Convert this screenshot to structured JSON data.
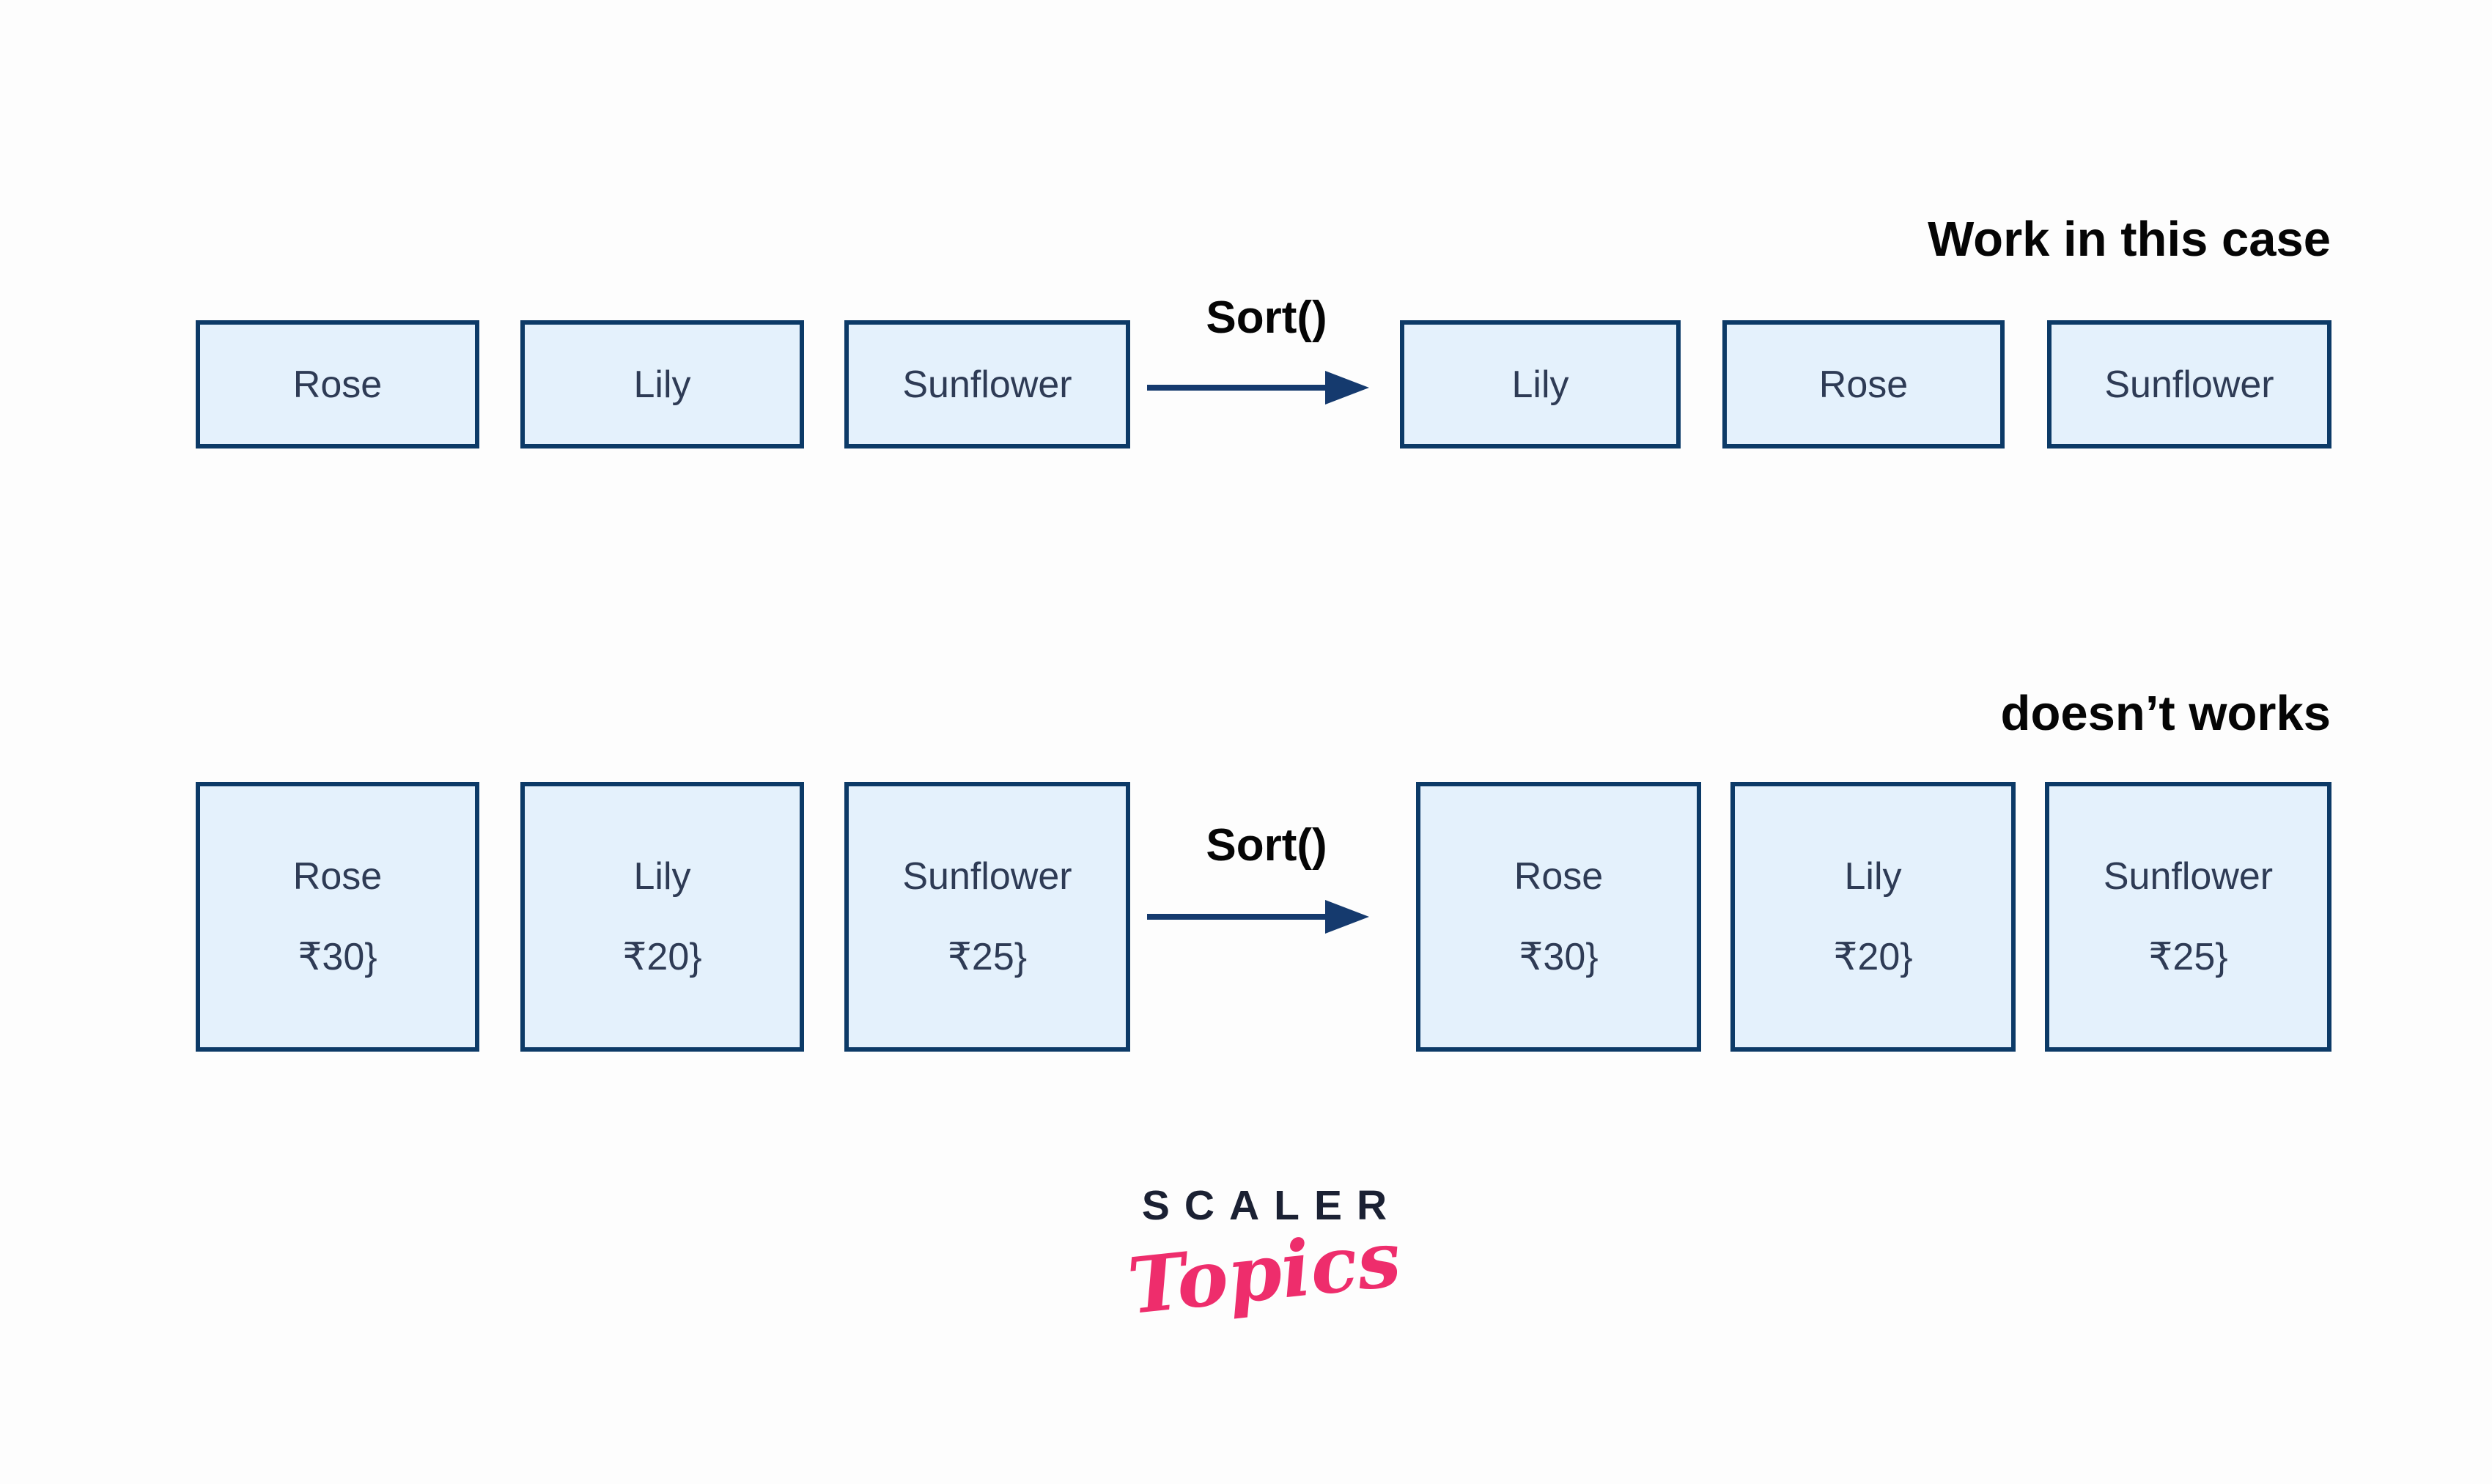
{
  "colors": {
    "box_fill": "#e4f1fc",
    "box_border": "#0c3a67",
    "box_text": "#2e3b55",
    "arrow_color": "#153a6e",
    "heading_color": "#050505",
    "logo_navy": "#1b2133",
    "logo_pink": "#ee2d6c"
  },
  "top_section": {
    "heading": "Work in this case",
    "operation": "Sort()",
    "input": [
      "Rose",
      "Lily",
      "Sunflower"
    ],
    "output": [
      "Lily",
      "Rose",
      "Sunflower"
    ]
  },
  "bottom_section": {
    "heading": "doesn’t works",
    "operation": "Sort()",
    "input": [
      {
        "name": "Rose",
        "price": "₹30}"
      },
      {
        "name": "Lily",
        "price": "₹20}"
      },
      {
        "name": "Sunflower",
        "price": "₹25}"
      }
    ],
    "output": [
      {
        "name": "Rose",
        "price": "₹30}"
      },
      {
        "name": "Lily",
        "price": "₹20}"
      },
      {
        "name": "Sunflower",
        "price": "₹25}"
      }
    ]
  },
  "logo": {
    "line1": "SCALER",
    "line2": "Topics"
  }
}
